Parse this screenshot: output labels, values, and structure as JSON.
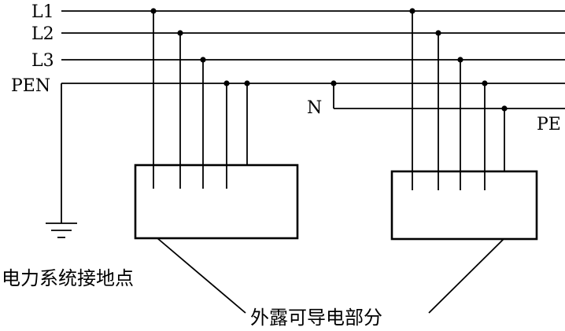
{
  "labels": {
    "l1": "L1",
    "l2": "L2",
    "l3": "L3",
    "pen": "PEN",
    "n": "N",
    "pe": "PE",
    "system_grounding_point": "电力系统接地点",
    "exposed_conductive_parts": "外露可导电部分"
  }
}
